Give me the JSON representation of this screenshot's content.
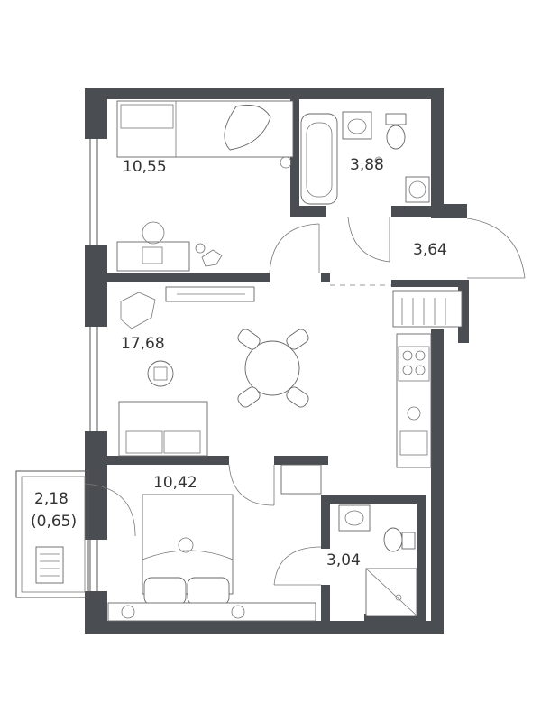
{
  "plan": {
    "wall_color": "#4a4d52",
    "rooms": [
      {
        "id": "bedroom-top",
        "area": "10,55"
      },
      {
        "id": "bathroom-top",
        "area": "3,88"
      },
      {
        "id": "hallway",
        "area": "3,64"
      },
      {
        "id": "living-room",
        "area": "17,68"
      },
      {
        "id": "bedroom-bottom",
        "area": "10,42"
      },
      {
        "id": "balcony",
        "area": "2,18",
        "area_secondary": "(0,65)"
      },
      {
        "id": "bathroom-bottom",
        "area": "3,04"
      }
    ]
  }
}
